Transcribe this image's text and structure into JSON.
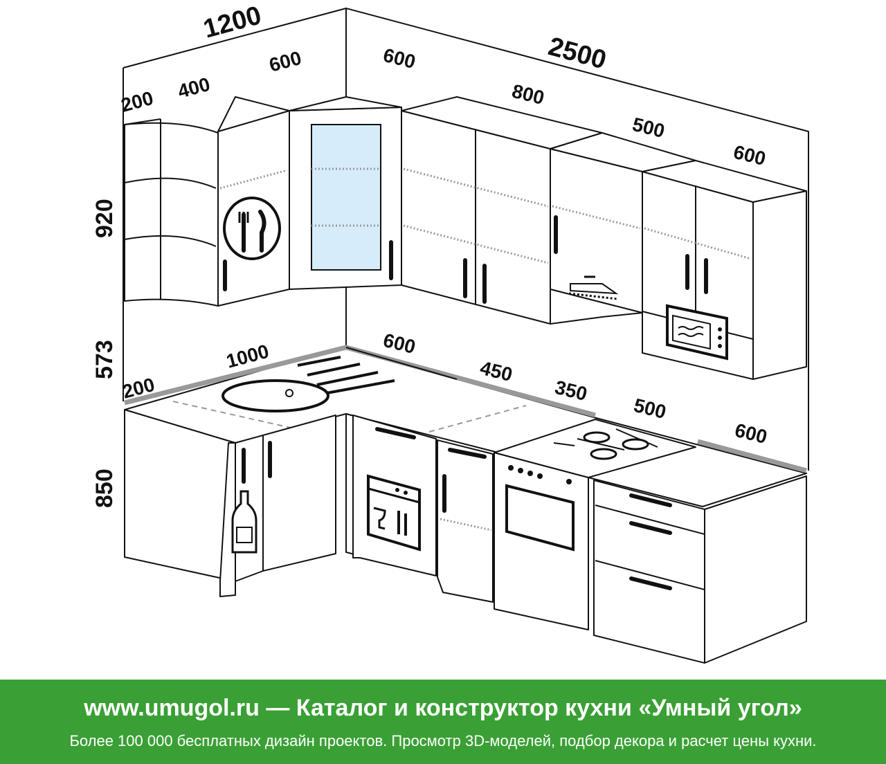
{
  "dimensions": {
    "upper_left_total": "1200",
    "upper_right_total": "2500",
    "upper_left_a": "200",
    "upper_left_b": "400",
    "upper_left_c": "600",
    "upper_corner_right": "600",
    "upper_right_a": "800",
    "upper_right_b": "500",
    "upper_right_c": "600",
    "height_upper": "920",
    "height_gap": "573",
    "height_base": "850",
    "base_left_a": "200",
    "base_left_b": "1000",
    "base_corner_right": "600",
    "base_right_a": "450",
    "base_right_b": "350",
    "base_right_c": "500",
    "base_right_d": "600"
  },
  "icons": [
    "cutlery-icon",
    "microwave-icon",
    "range-hood-icon",
    "sink-icon",
    "bottle-icon",
    "dishwasher-icon",
    "hob-icon",
    "oven-icon"
  ],
  "banner": {
    "title": "www.umugol.ru — Каталог и конструктор кухни «Умный угол»",
    "subtitle": "Более 100 000 бесплатных дизайн проектов. Просмотр 3D-моделей, подбор декора и расчет цены кухни.",
    "background_color": "#3aa035",
    "text_color": "#ffffff"
  }
}
